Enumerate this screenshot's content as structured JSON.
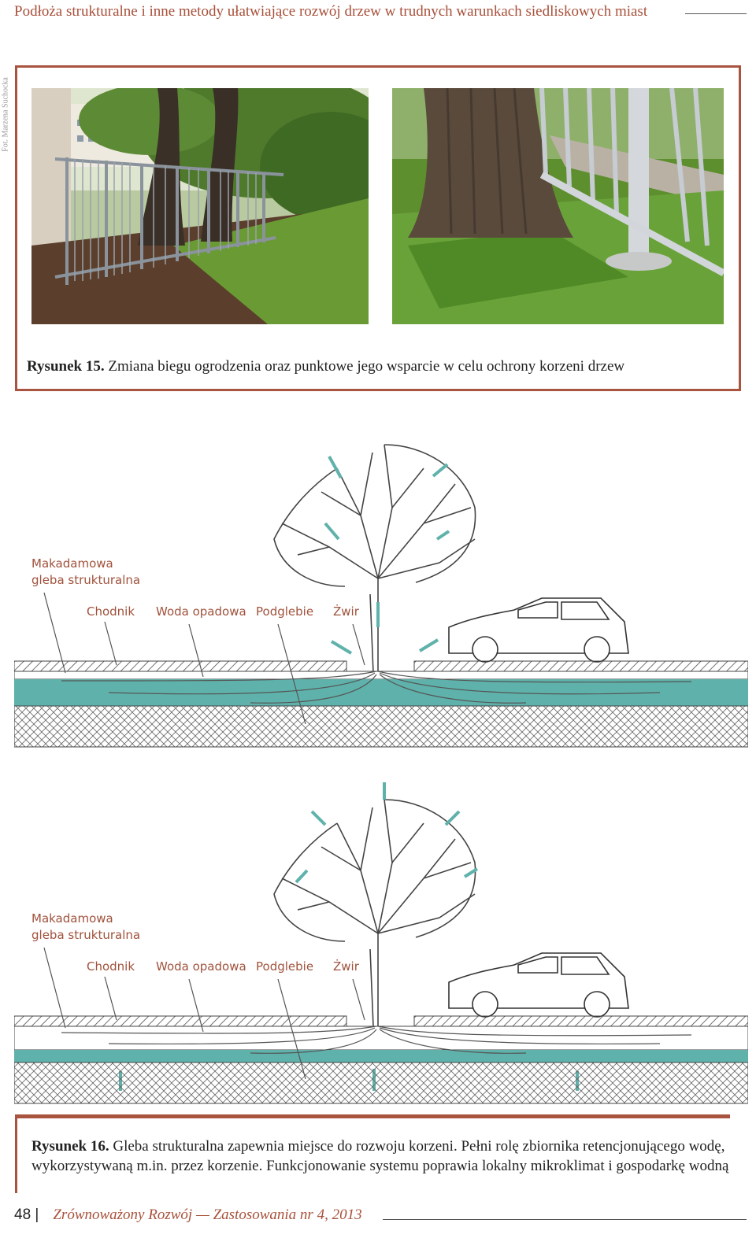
{
  "running_head": "Podłoża strukturalne i inne metody ułatwiające rozwój drzew w trudnych warunkach siedliskowych miast",
  "photo_credit": "Fot. Marzena Suchocka",
  "figure15": {
    "label": "Rysunek 15.",
    "text": "Zmiana biegu ogrodzenia oraz punktowe jego wsparcie w celu ochrony korzeni drzew"
  },
  "diagram_labels": {
    "makadam_line1": "Makadamowa",
    "makadam_line2": "gleba strukturalna",
    "chodnik": "Chodnik",
    "woda": "Woda opadowa",
    "podglebie": "Podglebie",
    "zwir": "Żwir"
  },
  "figure16": {
    "label": "Rysunek 16.",
    "text": "Gleba strukturalna zapewnia miejsce do rozwoju korzeni. Pełni rolę zbiornika retencjonującego wodę, wykorzystywaną m.in. przez korzenie. Funkcjonowanie systemu poprawia lokalny mikroklimat i gospodarkę wodną"
  },
  "footer": {
    "page_number": "48 |",
    "journal": "Zrównoważony Rozwój — Zastosowania nr 4, 2013"
  },
  "colors": {
    "accent": "#a8543e",
    "water": "#5fb2ab",
    "grass": "#5c8a2e"
  }
}
